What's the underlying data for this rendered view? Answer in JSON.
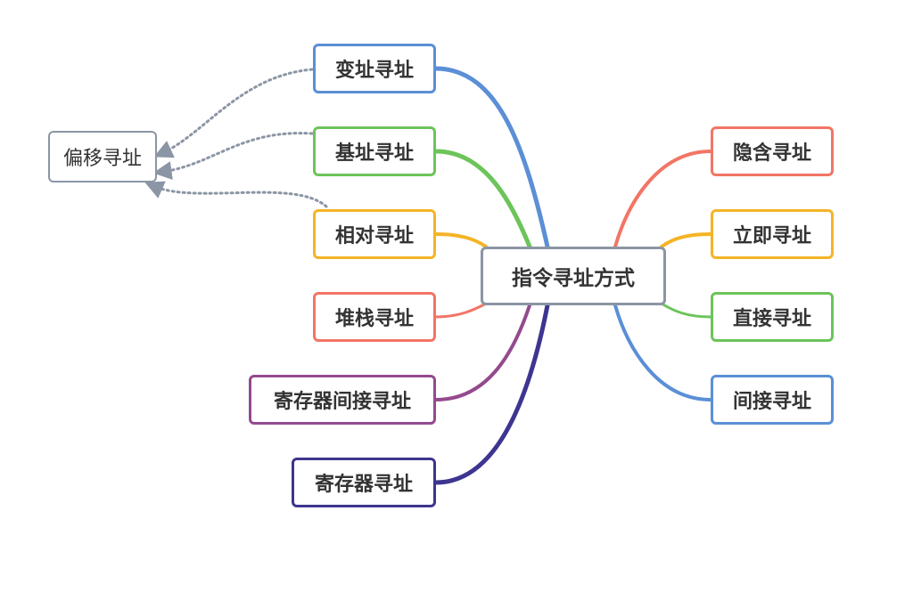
{
  "root": {
    "label": "指令寻址方式"
  },
  "left_branches": [
    {
      "label": "变址寻址",
      "color": "#5b8fd6"
    },
    {
      "label": "基址寻址",
      "color": "#6cc45a"
    },
    {
      "label": "相对寻址",
      "color": "#f4b425"
    },
    {
      "label": "堆栈寻址",
      "color": "#f27566"
    },
    {
      "label": "寄存器间接寻址",
      "color": "#944a8e"
    },
    {
      "label": "寄存器寻址",
      "color": "#3d3590"
    }
  ],
  "right_branches": [
    {
      "label": "隐含寻址",
      "color": "#f27566"
    },
    {
      "label": "立即寻址",
      "color": "#f4b425"
    },
    {
      "label": "直接寻址",
      "color": "#6cc45a"
    },
    {
      "label": "间接寻址",
      "color": "#5b8fd6"
    }
  ],
  "floating": {
    "label": "偏移寻址",
    "border_color": "#8b95a5"
  },
  "relation_color": "#8b95a5"
}
